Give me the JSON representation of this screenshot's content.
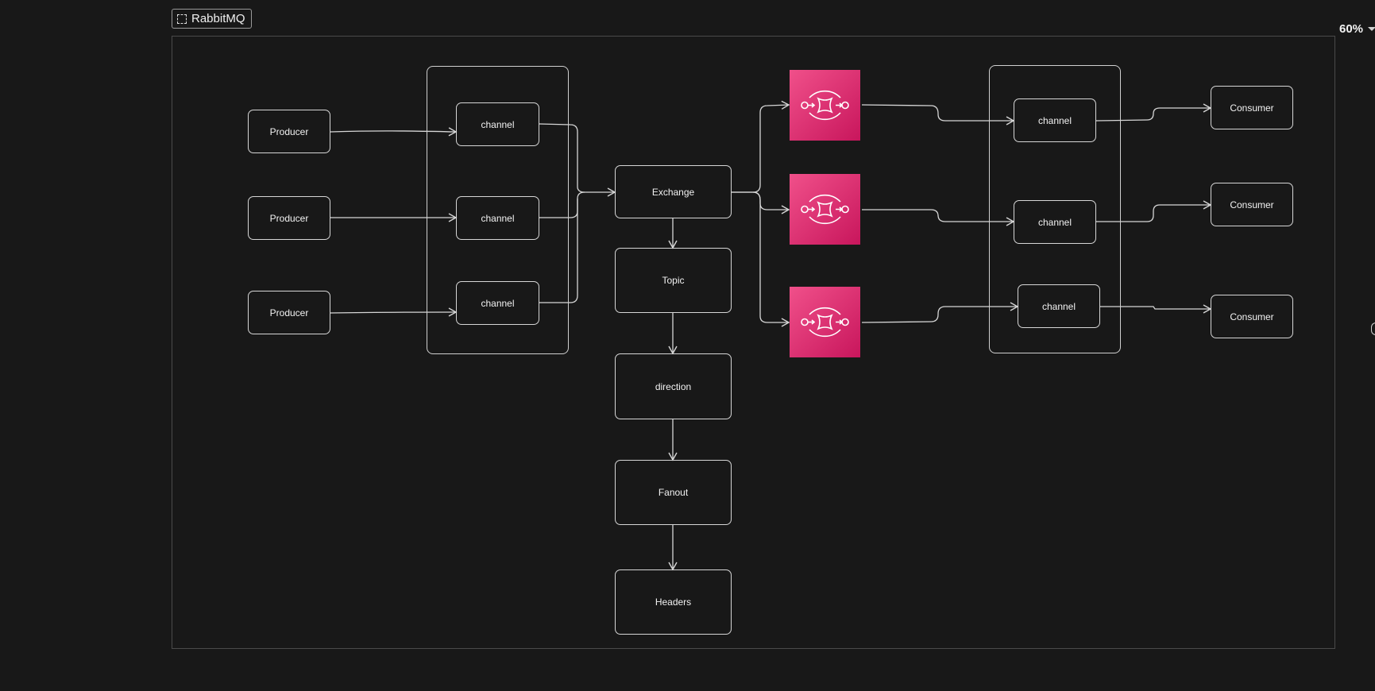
{
  "frame": {
    "title": "RabbitMQ"
  },
  "zoom": {
    "level": "60%"
  },
  "diagram": {
    "producers": [
      "Producer",
      "Producer",
      "Producer"
    ],
    "left_channels": [
      "channel",
      "channel",
      "channel"
    ],
    "exchange": "Exchange",
    "exchange_types": [
      "Topic",
      "direction",
      "Fanout",
      "Headers"
    ],
    "queues": [
      "queue-icon",
      "queue-icon",
      "queue-icon"
    ],
    "right_channels": [
      "channel",
      "channel",
      "channel"
    ],
    "consumers": [
      "Consumer",
      "Consumer",
      "Consumer"
    ]
  },
  "colors": {
    "background": "#181818",
    "stroke": "#d6d6d6",
    "queue_gradient_start": "#f0508a",
    "queue_gradient_end": "#c8165c"
  }
}
